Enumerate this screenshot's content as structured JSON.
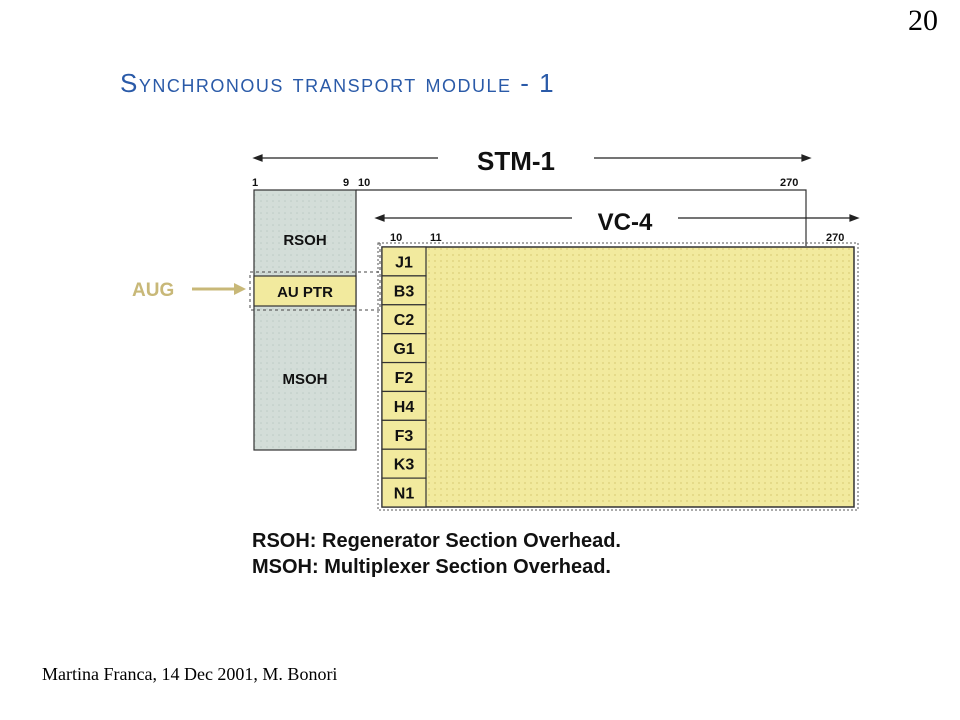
{
  "slide_number": "20",
  "title": "Synchronous transport module - 1",
  "footer": "Martina Franca, 14 Dec 2001, M. Bonori",
  "diagram": {
    "stm_label": "STM-1",
    "vc_label": "VC-4",
    "stm_columns": {
      "start": "1",
      "soh_end": "9",
      "payload_start": "10",
      "end": "270"
    },
    "vc_columns": {
      "start": "10",
      "next": "11",
      "end": "270"
    },
    "rsoh_label": "RSOH",
    "au_ptr_label": "AU PTR",
    "msoh_label": "MSOH",
    "aug_label": "AUG",
    "poh_bytes": [
      "J1",
      "B3",
      "C2",
      "G1",
      "F2",
      "H4",
      "F3",
      "K3",
      "N1"
    ]
  },
  "legend": {
    "rsoh": "RSOH: Regenerator Section Overhead.",
    "msoh": "MSOH: Multiplexer Section Overhead."
  },
  "colors": {
    "title": "#2a5aa8",
    "soh_fill": "#d3ddd8",
    "payload_fill": "#f2ea9e",
    "aug_label": "#c8b878"
  }
}
